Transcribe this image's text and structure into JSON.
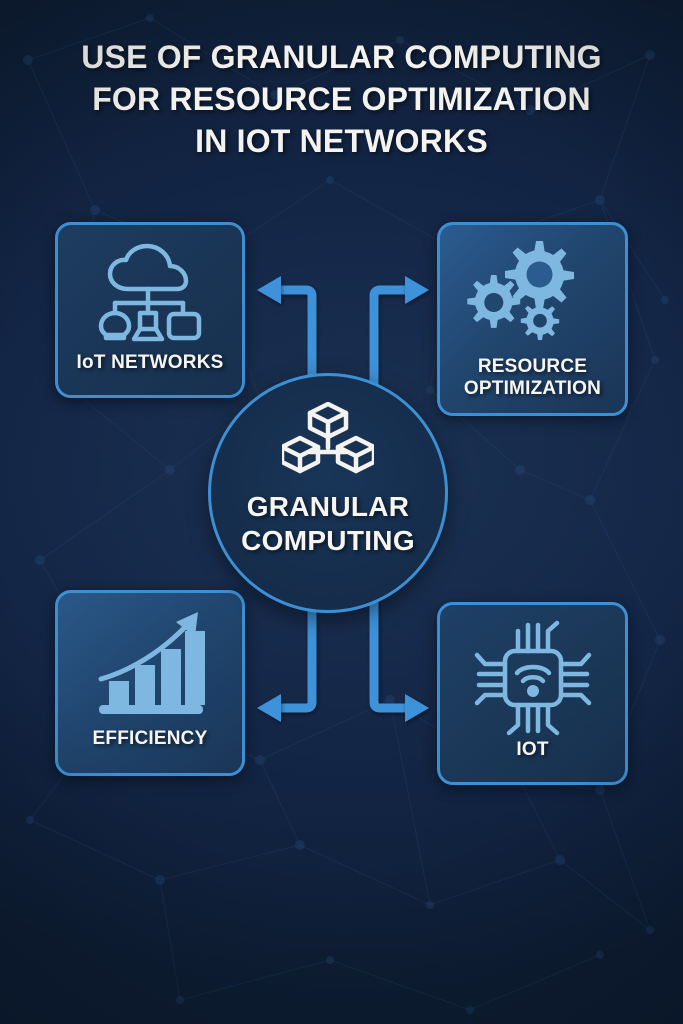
{
  "title": {
    "line1": "USE OF GRANULAR COMPUTING",
    "line2": "FOR RESOURCE OPTIMIZATION",
    "line3": "IN IOT NETWORKS"
  },
  "center": {
    "label_line1": "GRANULAR",
    "label_line2": "COMPUTING",
    "icon": "connected-cubes-icon"
  },
  "cards": [
    {
      "id": "iot-networks",
      "label": "IoT NETWORKS",
      "icon": "cloud-network-devices-icon",
      "position": "top-left"
    },
    {
      "id": "resource-optimization",
      "label_line1": "RESOURCE",
      "label_line2": "OPTIMIZATION",
      "icon": "gears-icon",
      "position": "top-right"
    },
    {
      "id": "efficiency",
      "label": "EFFICIENCY",
      "icon": "growth-bar-chart-icon",
      "position": "bottom-left"
    },
    {
      "id": "iot",
      "label": "IOT",
      "icon": "wifi-chip-icon",
      "position": "bottom-right"
    }
  ],
  "connectors": [
    {
      "id": "center-to-iot-networks",
      "direction": "left-up",
      "arrowhead": "left"
    },
    {
      "id": "center-to-resource-optimization",
      "direction": "right-up",
      "arrowhead": "right"
    },
    {
      "id": "center-to-efficiency",
      "direction": "left-down",
      "arrowhead": "left"
    },
    {
      "id": "center-to-iot",
      "direction": "right-down",
      "arrowhead": "right"
    }
  ],
  "colors": {
    "background": "#0e1d33",
    "panel_background": "#1a3556",
    "accent_border": "#3d8fd4",
    "arrow": "#3d92da",
    "icon_light": "#7eb8e0",
    "icon_white": "#f4f3ef",
    "text": "#f6f5f1"
  }
}
